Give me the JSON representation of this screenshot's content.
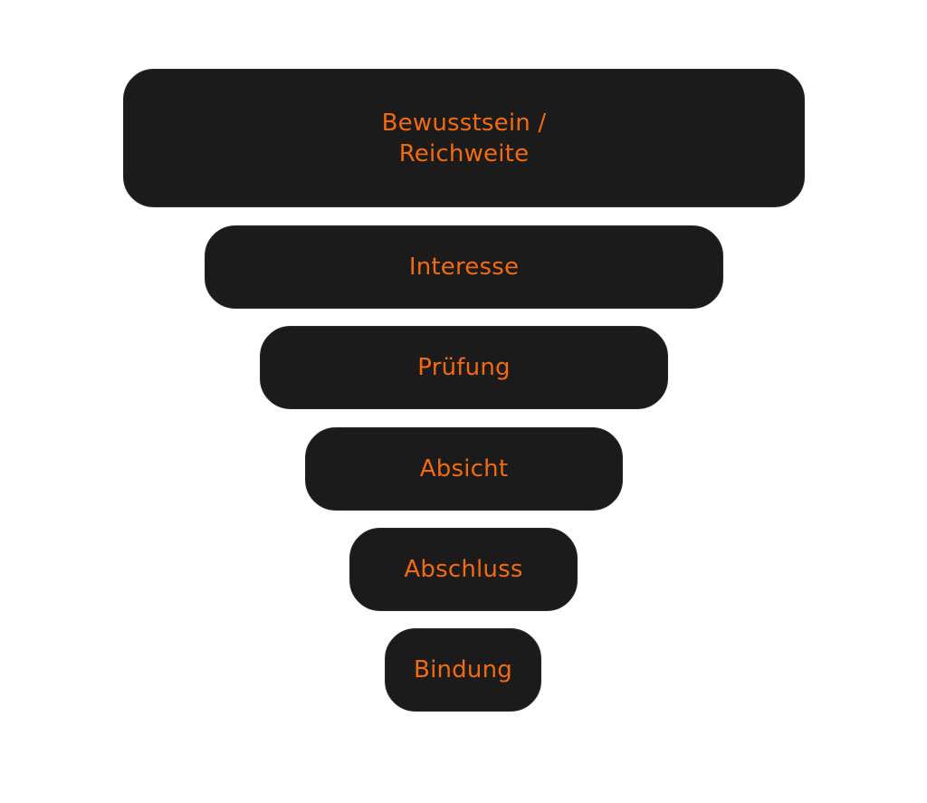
{
  "colors": {
    "background": "#ffffff",
    "stage_fill": "#1b1b1b",
    "label_text": "#f26a0e"
  },
  "funnel": {
    "stages": [
      {
        "label": "Bewusstsein /\nReichweite"
      },
      {
        "label": "Interesse"
      },
      {
        "label": "Prüfung"
      },
      {
        "label": "Absicht"
      },
      {
        "label": "Abschluss"
      },
      {
        "label": "Bindung"
      }
    ]
  }
}
